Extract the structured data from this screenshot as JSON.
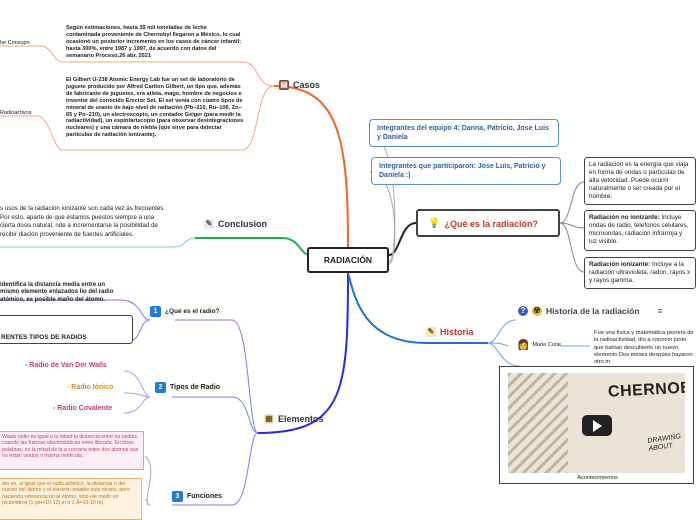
{
  "center": {
    "title": "RADIACIÓN"
  },
  "branches": {
    "casos": "Casos",
    "conclusion": "Conclusion",
    "elementos": "Elementos",
    "que_es": "¿Qué es la radiación?",
    "historia": "Historia"
  },
  "casos": {
    "left_label_1": "he Consupo",
    "left_label_2": "Radioactivos",
    "text_1": "Según estimaciones, hasta 39 mil toneladas de leche contaminada proveniente de Chernobyl llegaron a México, lo cual ocasionó un posterior incremento en los casos de cáncer infantil; hasta 300%, entre 1987 y 1997, de acuerdo con datos del semanario Proceso.26 abr. 2021",
    "text_2": "El Gilbert U-238 Atomic Energy Lab fue un set de laboratorio de juguete producido por Alfred Carlton Gilbert, un tipo que, además de fabricante de juguetes, era atleta, mago, hombre de negocios e inventor del conocido Erector Set. El set venía con cuatro tipos de mineral de uranio de bajo nivel de radiación (Pb–210, Ru–106, Zn–65 y Po–210), un electroscopio, un contador Geiger (para medir la radiactividad), un espintariscopio (para observar desintegraciones nucleares) y una cámara de niebla (que sirve para detectar partículas de radiación ionizante)."
  },
  "conclusion": {
    "text": "s usos de la radiación ionizante son cada vez ás frecuentes. Por esto, aparte de que estamos puestos siempre a una cierta dosis natural, nde a incrementarse la posibilidad de recibir diación proveniente de fuentes artificiales."
  },
  "integrantes": {
    "equipo": "Integrantes del equipo 4: Danna, Patricio, Jose Luis y Daniela",
    "participaron": "Integrantes que participaron: Jose Luis, Patricio y Daniela :)"
  },
  "que_es": {
    "p1": "La radiación es la energía que viaja en forma de ondas o partículas de alta velocidad. Puede ocurrir naturalmente o ser creada por el hombre.",
    "p2_label": "Radiación no ionizante:",
    "p2_text": " Incluye ondas de radio, telefonos celulares, microondas, radiación infrarroja y luz visible.",
    "p3_label": "Radiación ionizante:",
    "p3_text": " Incluye a la radiación ultravioleta, radon, rayos x y rayos gamma."
  },
  "elementos": {
    "top_text": "identifica la distancia media entre un mismo elemento enlazados lio del radio atómico, es posible maño del átomo.",
    "tipos_header": "RENTES TIPOS DE RADIOS",
    "q1_num": "1",
    "q1": "¿Qué es el radio?",
    "q2_num": "2",
    "q2": "Tipos de Radio",
    "q3_num": "3",
    "q3": "Funciones",
    "radio_vdw": "- Radio de Van Der Walls",
    "radio_ionico": "- Radio Iónico",
    "radio_covalente": "- Radio Covalente",
    "pink_text": "Waals radio es igual a la mitad la distancia entre no unidas cuando las fuerzas electrostáticas entre ilibrada. En otras palabras, es la mitad de la a cercana entre dos átomos que no están unidos o misma molécula.",
    "orange_text": "ato es, al igual que el radio atómico, la distancia n del núcleo del átomo y el electrón estable más ntrario, pero haciendo referencia no al átomo, sino ele medir en picómetros (1 pm=10-12) m o 1 Å=10-10 m)."
  },
  "historia": {
    "header": "Historia de la radiación",
    "menu": "≡",
    "marie": "Marie Curie",
    "text": "Fue una física y matemática pionera de la radioactividad, dio a conocer junto que habian descubierto un nuevo elemento Dos meses despúes hayaron otro m",
    "video_title": "CHERNOBYL",
    "video_sign": "DRAWING ABOUT",
    "caption": "Acontecimientos"
  }
}
